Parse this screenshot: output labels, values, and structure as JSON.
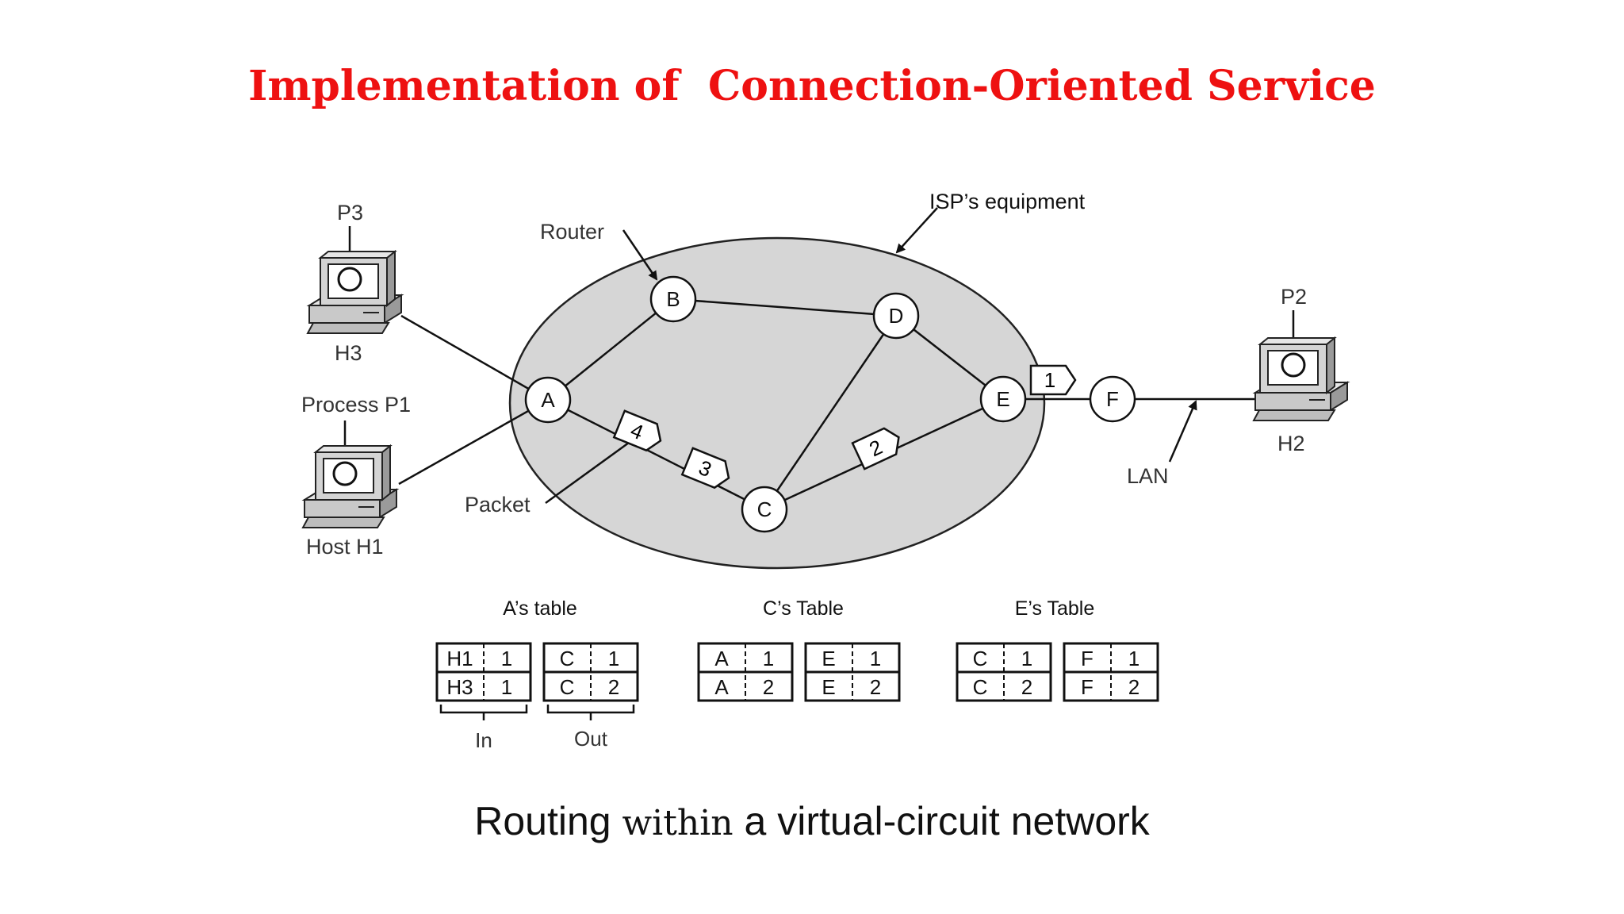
{
  "title": "Implementation of  Connection-Oriented Service",
  "caption": {
    "part1": "Routing ",
    "part2": "within",
    "part3": " a virtual-circuit network"
  },
  "labels": {
    "isp": "ISP’s equipment",
    "router": "Router",
    "packet": "Packet",
    "lan": "LAN",
    "p3": "P3",
    "h3": "H3",
    "process_p1": "Process P1",
    "host_h1": "Host H1",
    "p2": "P2",
    "h2": "H2"
  },
  "nodes": {
    "a": "A",
    "b": "B",
    "c": "C",
    "d": "D",
    "e": "E",
    "f": "F"
  },
  "packets": {
    "p1": "1",
    "p2": "2",
    "p3": "3",
    "p4": "4"
  },
  "tables": {
    "a": {
      "title": "A’s table",
      "in": [
        [
          "H1",
          "1"
        ],
        [
          "H3",
          "1"
        ]
      ],
      "out": [
        [
          "C",
          "1"
        ],
        [
          "C",
          "2"
        ]
      ],
      "in_label": "In",
      "out_label": "Out"
    },
    "c": {
      "title": "C’s Table",
      "in": [
        [
          "A",
          "1"
        ],
        [
          "A",
          "2"
        ]
      ],
      "out": [
        [
          "E",
          "1"
        ],
        [
          "E",
          "2"
        ]
      ]
    },
    "e": {
      "title": "E’s Table",
      "in": [
        [
          "C",
          "1"
        ],
        [
          "C",
          "2"
        ]
      ],
      "out": [
        [
          "F",
          "1"
        ],
        [
          "F",
          "2"
        ]
      ]
    }
  },
  "colors": {
    "title": "#ee1111",
    "cloud": "#d6d6d6"
  }
}
